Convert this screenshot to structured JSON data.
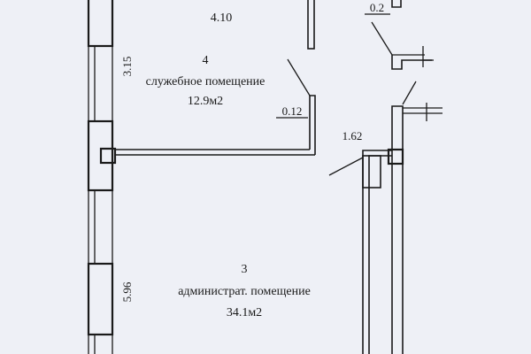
{
  "plan": {
    "dimensions": {
      "top_width": "4.10",
      "room4_height": "3.15",
      "wall_offset": "0.12",
      "corridor_width": "1.62",
      "room3_height": "5.96",
      "top_right_partial": "0.2"
    },
    "rooms": [
      {
        "number": "4",
        "name": "служебное помещение",
        "area": "12.9м2"
      },
      {
        "number": "3",
        "name": "администрат. помещение",
        "area": "34.1м2"
      }
    ],
    "colors": {
      "background": "#eef0f6",
      "lines": "#1a1a1a"
    }
  }
}
